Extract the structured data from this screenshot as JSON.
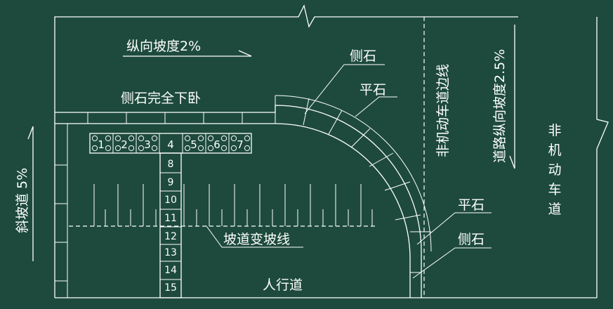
{
  "labels": {
    "longitudinal_slope": "纵向坡度2%",
    "curb_top": "侧石",
    "flat_stone_top": "平石",
    "curb_lowered": "侧石完全下卧",
    "bike_lane_edge": "非机动车道边线",
    "road_slope": "道路纵向坡度2.5%",
    "bike_lane": "非机动车道",
    "ramp_slope": "斜坡道 5%",
    "slope_change_line": "坡道变坡线",
    "flat_stone_right": "平石",
    "curb_right": "侧石",
    "sidewalk": "人行道"
  },
  "tactile_tiles": [
    "1",
    "2",
    "3",
    "4",
    "5",
    "6",
    "7"
  ],
  "strip_numbers": [
    "8",
    "9",
    "10",
    "11",
    "12",
    "13",
    "14",
    "15"
  ],
  "colors": {
    "background": "#1d4a3c",
    "lines": "#ffffff"
  }
}
